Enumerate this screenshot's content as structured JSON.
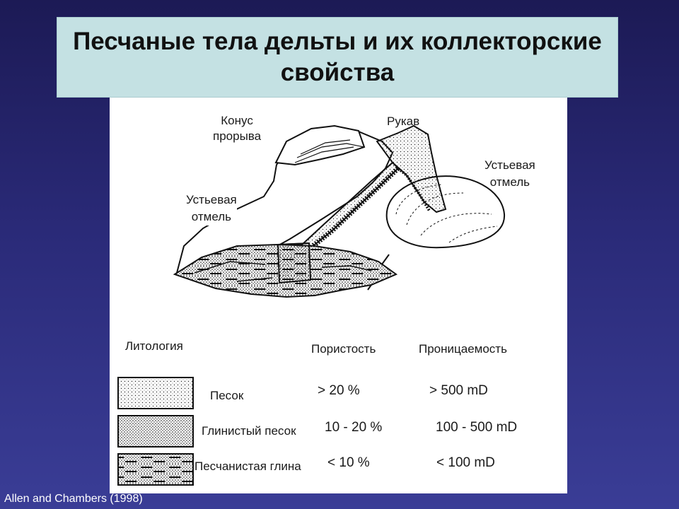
{
  "title": "Песчаные тела дельты и их коллекторские свойства",
  "diagram": {
    "labels": {
      "crevasse": "Конус\nпрорыва",
      "channel": "Рукав",
      "mouth_bar_left": "Устьевая\nотмель",
      "mouth_bar_right": "Устьевая\nотмель"
    }
  },
  "legend": {
    "header_lithology": "Литология",
    "header_porosity": "Пористость",
    "header_permeability": "Проницаемость",
    "rows": [
      {
        "lithology": "Песок",
        "porosity": "> 20 %",
        "permeability": "> 500 mD"
      },
      {
        "lithology": "Глинистый песок",
        "porosity": "10 - 20 %",
        "permeability": "100 - 500 mD"
      },
      {
        "lithology": "Песчанистая глина",
        "porosity": "< 10 %",
        "permeability": "< 100 mD"
      }
    ]
  },
  "citation": "Allen and Chambers (1998)"
}
